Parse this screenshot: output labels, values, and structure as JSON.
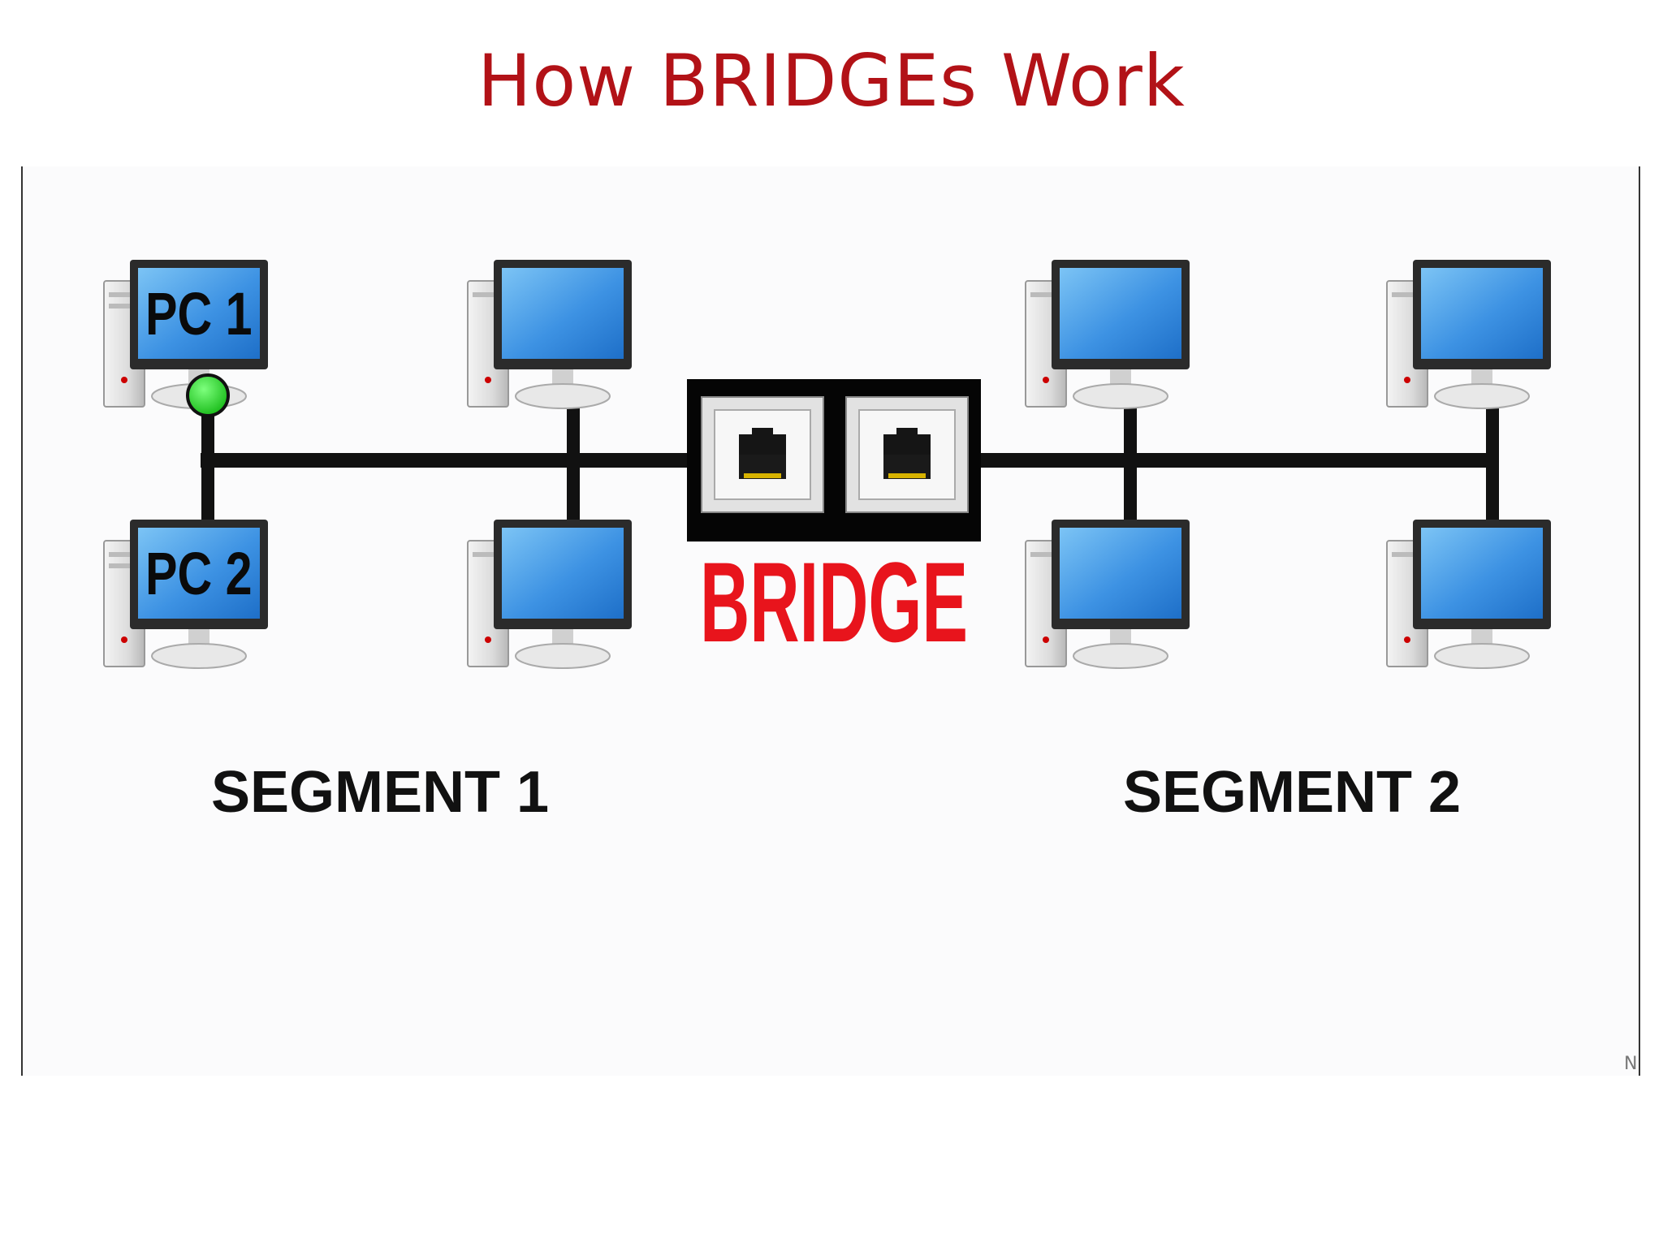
{
  "title": "How BRIDGEs Work",
  "computers": [
    {
      "label": "PC 1"
    },
    {
      "label": "PC 2"
    },
    {
      "label": ""
    },
    {
      "label": ""
    },
    {
      "label": ""
    },
    {
      "label": ""
    },
    {
      "label": ""
    },
    {
      "label": ""
    }
  ],
  "bridge_label": "BRIDGE",
  "segments": [
    "SEGMENT 1",
    "SEGMENT 2"
  ],
  "corner_mark": "N",
  "colors": {
    "title": "#b21217",
    "bridge_text": "#e8141c",
    "screen": "#3c8fe0",
    "cable": "#111111",
    "active_node": "#2fd62f"
  }
}
